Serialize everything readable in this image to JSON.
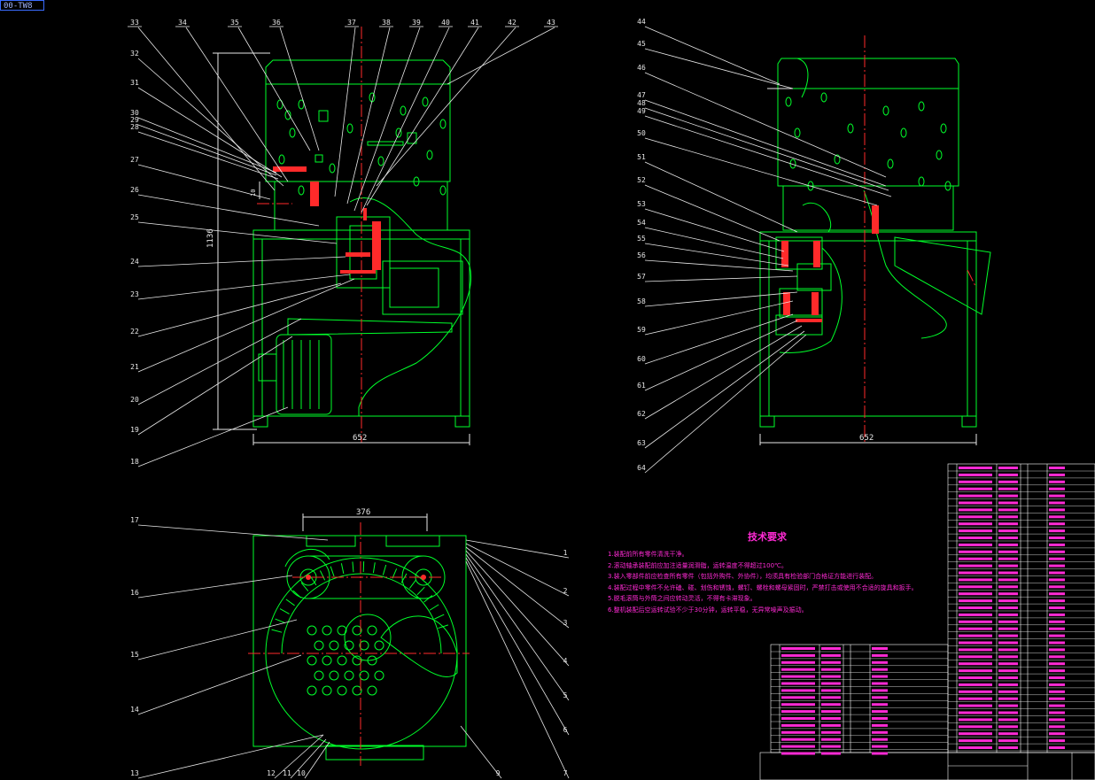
{
  "file_tab": "00-TW8",
  "dimensions": {
    "front_width": "652",
    "front_height": "1136",
    "side_width": "652",
    "top_width": "376",
    "small_dim": "10"
  },
  "balloons_front_top": [
    "33",
    "34",
    "35",
    "36",
    "37",
    "38",
    "39",
    "40",
    "41",
    "42",
    "43"
  ],
  "balloons_front_left": [
    "32",
    "31",
    "30",
    "29",
    "28",
    "27",
    "26",
    "25",
    "24",
    "23",
    "22",
    "21",
    "20",
    "19",
    "18"
  ],
  "balloons_side_left": [
    "44",
    "45",
    "46",
    "47",
    "48",
    "49",
    "50",
    "51",
    "52",
    "53",
    "54",
    "55",
    "56",
    "57",
    "58",
    "59",
    "60",
    "61",
    "62",
    "63",
    "64"
  ],
  "balloons_top_left": [
    "17",
    "16",
    "15",
    "14",
    "13"
  ],
  "balloons_top_bottom": [
    "12",
    "11",
    "10",
    "9"
  ],
  "balloons_top_right": [
    "1",
    "2",
    "3",
    "4",
    "5",
    "6",
    "7"
  ],
  "tech_req": {
    "title": "技术要求",
    "lines": [
      "1.装配前所有零件清洗干净。",
      "2.滚动轴承装配前应加注适量润滑脂，运转温度不得超过100℃。",
      "3.装入零部件前应检查所有零件（包括外购件、外协件），均须具有检验部门合格证方能进行装配。",
      "4.装配过程中零件不允许磕、碰、划伤和锈蚀，螺钉、螺栓和螺母紧固时，严禁打击或使用不合适的旋具和扳手。",
      "5.脱毛滚筒与外筒之间应转动灵活，不得有卡滞现象。",
      "6.整机装配后空运转试验不少于30分钟，运转平稳，无异常噪声及振动。"
    ]
  },
  "colors": {
    "outline": "#00ff2a",
    "center": "#ff2a2a",
    "leader": "#e8e8e8",
    "table_text": "#ff2ad4",
    "table_grid": "#ffffff",
    "background": "#000000"
  }
}
